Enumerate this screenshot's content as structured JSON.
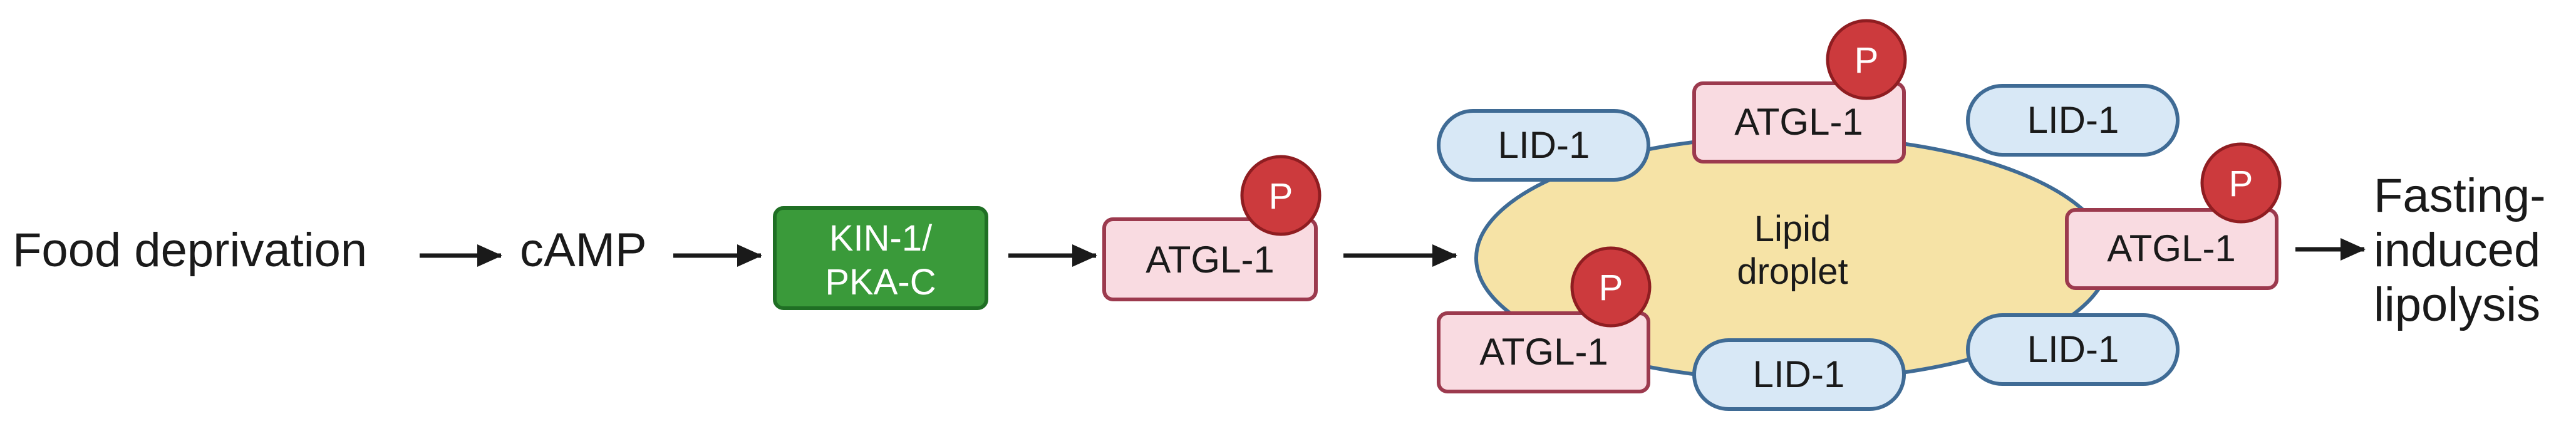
{
  "labels": {
    "food_deprivation": "Food deprivation",
    "camp": "cAMP",
    "kin1_line1": "KIN-1/",
    "kin1_line2": "PKA-C",
    "atgl1": "ATGL-1",
    "lid1": "LID-1",
    "phospho": "P",
    "lipid_line1": "Lipid",
    "lipid_line2": "droplet",
    "outcome_line1": "Fasting-",
    "outcome_line2": "induced",
    "outcome_line3": "lipolysis"
  },
  "colors": {
    "kinase_fill": "#3a9a3a",
    "kinase_stroke": "#1f6f24",
    "atgl_fill": "#f9dbe1",
    "atgl_stroke": "#9c3a4e",
    "lid_fill": "#d8e8f6",
    "lid_stroke": "#3f6b95",
    "phospho_fill": "#cc3a3d",
    "phospho_stroke": "#8f1d21",
    "droplet_fill": "#f6e3a6",
    "droplet_stroke": "#3f6b95",
    "arrow": "#1a1a1a"
  }
}
